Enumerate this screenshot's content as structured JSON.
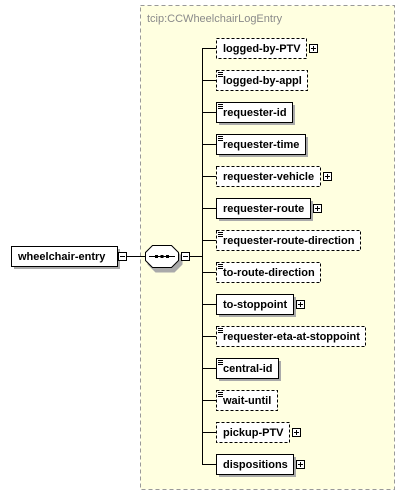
{
  "type_name": "tcip:CCWheelchairLogEntry",
  "root_element": "wheelchair-entry",
  "compositor": "sequence",
  "colors": {
    "type_box_fill": "#ffffe0",
    "type_box_border": "#999999",
    "element_fill": "#ffffff",
    "element_border": "#000000",
    "shadow": "#aaaaaa",
    "type_label": "#8a8a8a"
  },
  "children": [
    {
      "name": "logged-by-PTV",
      "optional": true,
      "expandable": true,
      "annotated": false
    },
    {
      "name": "logged-by-appl",
      "optional": true,
      "expandable": false,
      "annotated": true
    },
    {
      "name": "requester-id",
      "optional": false,
      "expandable": false,
      "annotated": true
    },
    {
      "name": "requester-time",
      "optional": false,
      "expandable": false,
      "annotated": true
    },
    {
      "name": "requester-vehicle",
      "optional": true,
      "expandable": true,
      "annotated": false
    },
    {
      "name": "requester-route",
      "optional": false,
      "expandable": true,
      "annotated": false
    },
    {
      "name": "requester-route-direction",
      "optional": true,
      "expandable": false,
      "annotated": true
    },
    {
      "name": "to-route-direction",
      "optional": true,
      "expandable": false,
      "annotated": true
    },
    {
      "name": "to-stoppoint",
      "optional": false,
      "expandable": true,
      "annotated": false
    },
    {
      "name": "requester-eta-at-stoppoint",
      "optional": true,
      "expandable": false,
      "annotated": true
    },
    {
      "name": "central-id",
      "optional": false,
      "expandable": false,
      "annotated": true
    },
    {
      "name": "wait-until",
      "optional": true,
      "expandable": false,
      "annotated": true
    },
    {
      "name": "pickup-PTV",
      "optional": true,
      "expandable": true,
      "annotated": false
    },
    {
      "name": "dispositions",
      "optional": false,
      "expandable": true,
      "annotated": false
    }
  ]
}
